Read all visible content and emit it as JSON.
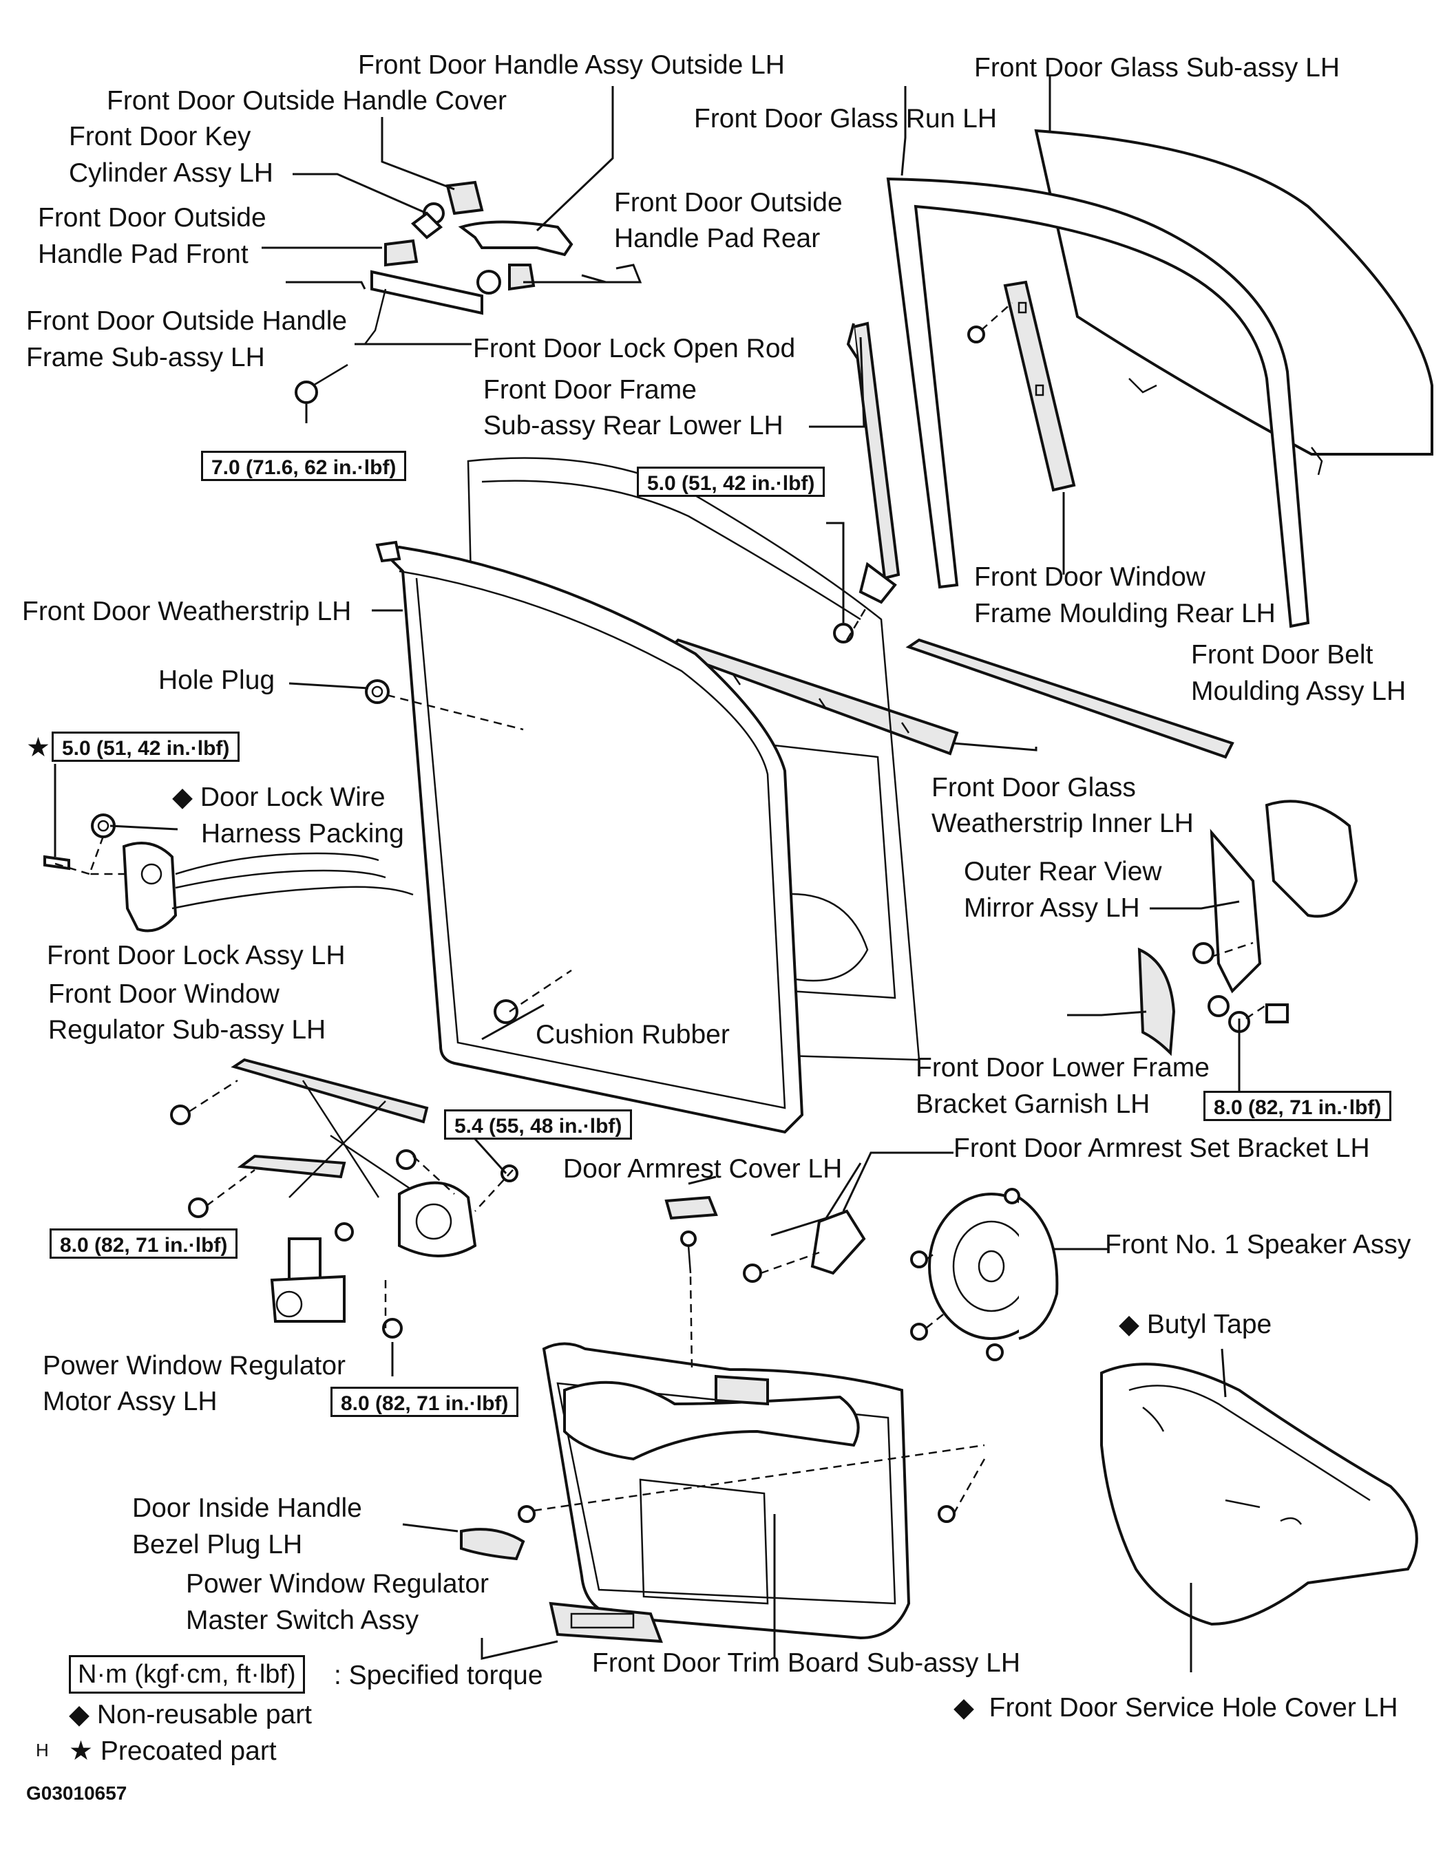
{
  "labels": {
    "handle_outside": "Front Door Handle Assy Outside LH",
    "outside_handle_cover": "Front Door Outside Handle Cover",
    "key_cyl_1": "Front Door Key",
    "key_cyl_2": "Cylinder Assy LH",
    "pad_front_1": "Front Door Outside",
    "pad_front_2": "Handle Pad Front",
    "pad_rear_1": "Front Door Outside",
    "pad_rear_2": "Handle Pad Rear",
    "handle_frame_1": "Front Door Outside Handle",
    "handle_frame_2": "Frame Sub-assy LH",
    "lock_open_rod": "Front Door Lock Open Rod",
    "glass_subassy": "Front Door Glass Sub-assy LH",
    "glass_run": "Front Door Glass Run LH",
    "frame_rear_lower_1": "Front Door Frame",
    "frame_rear_lower_2": "Sub-assy Rear Lower LH",
    "window_moulding_1": "Front Door Window",
    "window_moulding_2": "Frame Moulding Rear LH",
    "weatherstrip": "Front Door Weatherstrip LH",
    "hole_plug": "Hole Plug",
    "belt_moulding_1": "Front Door Belt",
    "belt_moulding_2": "Moulding Assy LH",
    "wire_packing_1": "Door  Lock  Wire",
    "wire_packing_2": "Harness Packing",
    "glass_ws_inner_1": "Front Door Glass",
    "glass_ws_inner_2": "Weatherstrip Inner LH",
    "mirror_1": "Outer Rear View",
    "mirror_2": "Mirror Assy LH",
    "lock_assy": "Front Door Lock Assy LH",
    "regulator_1": "Front Door Window",
    "regulator_2": "Regulator  Sub-assy LH",
    "cushion_rubber": "Cushion Rubber",
    "lower_frame_1": "Front Door Lower Frame",
    "lower_frame_2": "Bracket Garnish LH",
    "armrest_bracket": "Front Door Armrest Set Bracket LH",
    "armrest_cover": "Door Armrest Cover LH",
    "speaker": "Front No. 1 Speaker Assy",
    "butyl_tape": "Butyl Tape",
    "motor_1": "Power Window Regulator",
    "motor_2": "Motor Assy LH",
    "inside_bezel_1": "Door Inside Handle",
    "inside_bezel_2": "Bezel Plug LH",
    "master_switch_1": "Power Window Regulator",
    "master_switch_2": "Master Switch Assy",
    "trim_board": "Front Door Trim Board Sub-assy LH",
    "service_cover": "Front Door Service Hole Cover LH"
  },
  "torques": {
    "t_handle": "7.0 (71.6, 62 in.·lbf)",
    "t_frame_rear": "5.0 (51, 42 in.·lbf)",
    "t_lock": "5.0 (51, 42 in.·lbf)",
    "t_regulator_rail": "5.4 (55, 48 in.·lbf)",
    "t_regulator": "8.0 (82, 71 in.·lbf)",
    "t_motor": "8.0 (82, 71 in.·lbf)",
    "t_mirror": "8.0 (82, 71 in.·lbf)"
  },
  "symbols": {
    "diamond": "◆",
    "star": "★"
  },
  "legend": {
    "unit_box": "N·m (kgf·cm, ft·lbf)",
    "specified_torque": ": Specified torque",
    "non_reusable": "Non-reusable part",
    "precoated": "Precoated part",
    "corner_mark": "H"
  },
  "figure_ref": "G03010657"
}
